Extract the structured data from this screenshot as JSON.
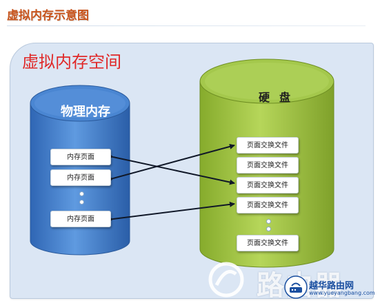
{
  "header": {
    "title": "虚拟内存示意图"
  },
  "panel": {
    "title": "虚拟内存空间"
  },
  "physical_memory": {
    "label": "物理内存",
    "pages": [
      {
        "label": "内存页面"
      },
      {
        "label": "内存页面"
      },
      {
        "label": "内存页面"
      }
    ]
  },
  "disk": {
    "label": "硬盘",
    "swap_files": [
      {
        "label": "页面交换文件"
      },
      {
        "label": "页面交换文件"
      },
      {
        "label": "页面交换文件"
      },
      {
        "label": "页面交换文件"
      },
      {
        "label": "页面交换文件"
      }
    ]
  },
  "watermark": {
    "text": "路由器",
    "brand": "越华路由网",
    "url": "www.yueyangbang.com"
  },
  "colors": {
    "title": "#c8541c",
    "panel_title": "#e02828",
    "memory_cylinder": "#3b78c8",
    "disk_cylinder": "#9cc040",
    "arrow": "#101828"
  }
}
